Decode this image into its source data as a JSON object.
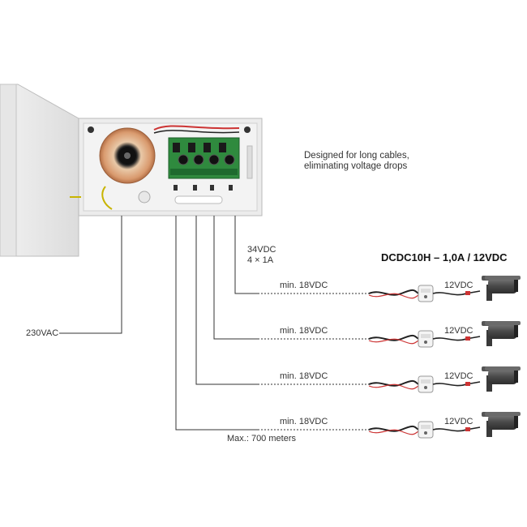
{
  "description": "Designed for long cables,\neliminating voltage drops",
  "product_title": "DCDC10H – 1,0A / 12VDC",
  "psu_output": {
    "voltage": "34VDC",
    "channels": "4 × 1A"
  },
  "mains_label": "230VAC",
  "max_distance_label": "Max.: 700 meters",
  "channels": [
    {
      "cable_label": "min. 18VDC",
      "output_label": "12VDC"
    },
    {
      "cable_label": "min. 18VDC",
      "output_label": "12VDC"
    },
    {
      "cable_label": "min. 18VDC",
      "output_label": "12VDC"
    },
    {
      "cable_label": "min. 18VDC",
      "output_label": "12VDC"
    }
  ]
}
